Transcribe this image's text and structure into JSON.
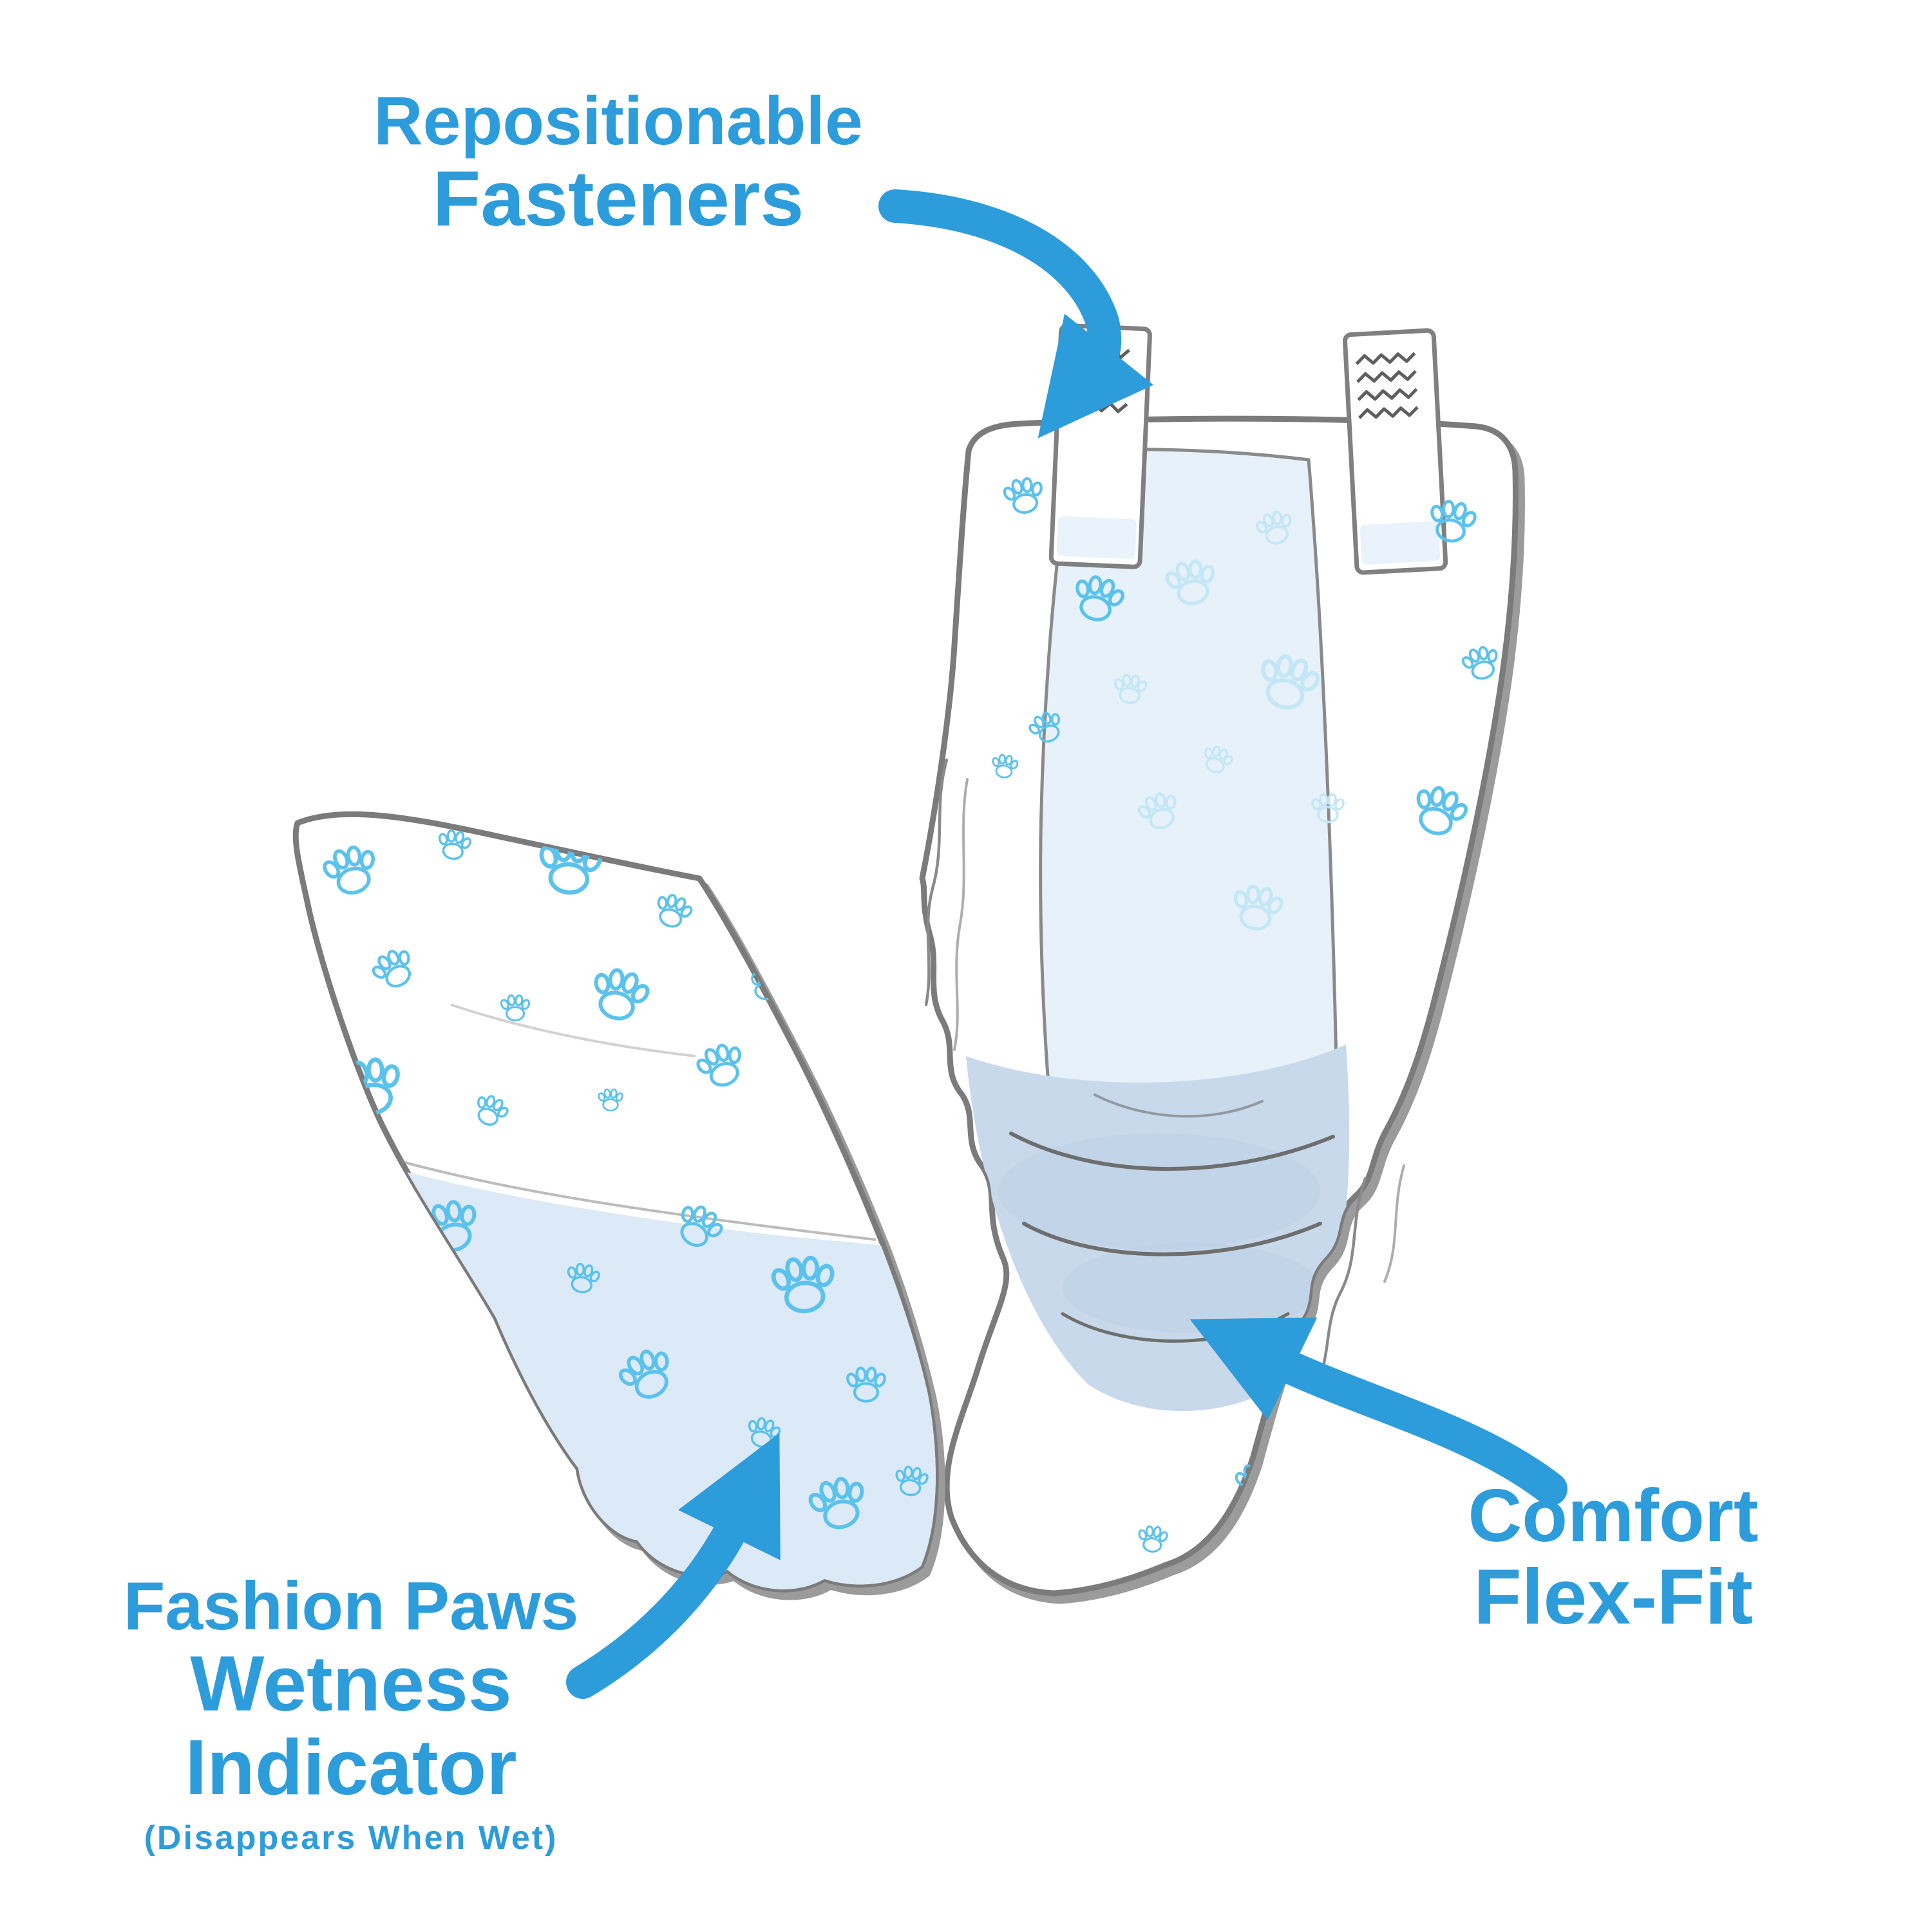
{
  "callouts": {
    "fasteners": {
      "line1": "Repositionable",
      "line2": "Fasteners"
    },
    "wetness_indicator": {
      "line1": "Fashion Paws",
      "line2": "Wetness",
      "line3": "Indicator",
      "note": "(Disappears When Wet)"
    },
    "flex_fit": {
      "line1": "Comfort",
      "line2": "Flex-Fit"
    }
  },
  "illustration": {
    "subject": "dog-diaper-feature-diagram",
    "features": [
      "repositionable fasteners",
      "fashion paws wetness indicator",
      "comfort flex-fit"
    ]
  },
  "colors": {
    "background": "#ffffff",
    "label_blue": "#2D9CDB",
    "arrow_blue": "#2D9CDB",
    "paw_blue": "#5BC2EC",
    "paw_faint_blue": "#C3E7F7",
    "outline_gray": "#7B7B7B",
    "shadow_gray": "#9B9B9B",
    "pad_fill": "#E7F1FA",
    "wet_fill": "#C7D9EB",
    "front_wet_fill": "#DCE9F6",
    "wrinkle_gray": "#6E6E6E",
    "tab_zigzag_gray": "#5F5F5F"
  }
}
